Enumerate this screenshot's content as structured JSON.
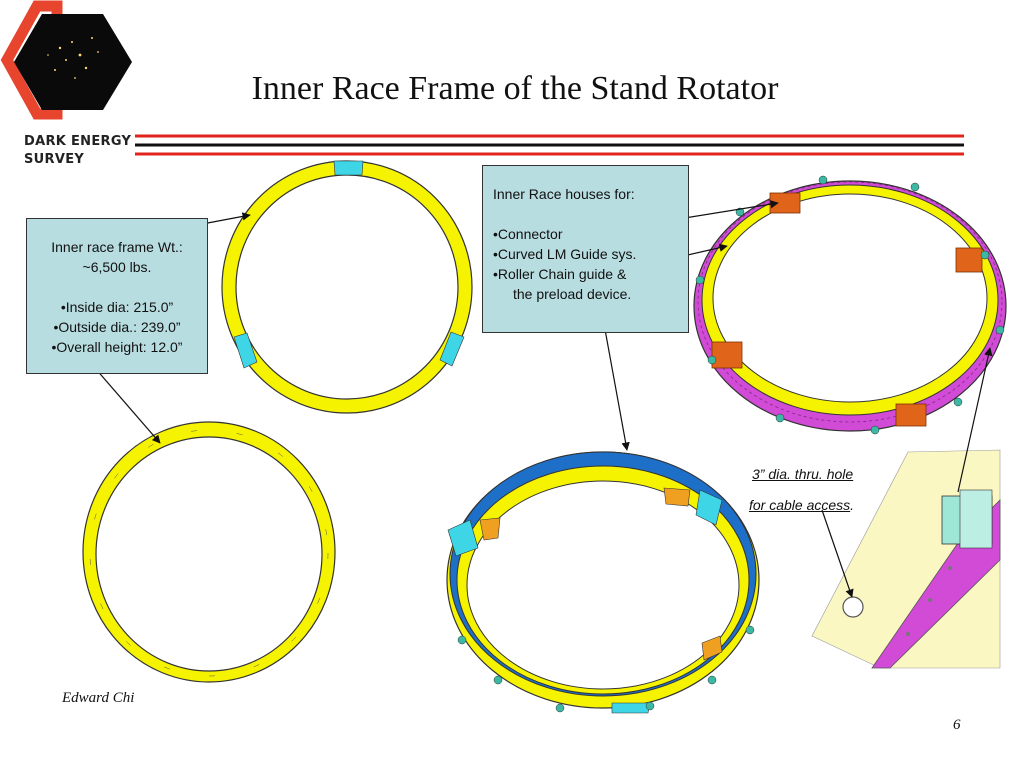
{
  "slide": {
    "title": "Inner Race Frame of the Stand Rotator",
    "brand_line1": "DARK ENERGY",
    "brand_line2": "SURVEY",
    "author": "Edward Chi",
    "page_number": "6",
    "colors": {
      "ring_yellow": "#f6f300",
      "cyan_segment": "#3ed6e6",
      "magenta": "#d14bd6",
      "logo_red": "#e8452f",
      "header_red": "#e0241b",
      "callout_fill": "#b8dde0"
    }
  },
  "callout_left": {
    "line1": "Inner race frame Wt.:",
    "line2": "~6,500 lbs.",
    "spec1": "•Inside dia:    215.0”",
    "spec2": "•Outside dia.: 239.0”",
    "spec3": "•Overall height: 12.0”"
  },
  "callout_right": {
    "heading": "Inner Race houses for:",
    "item1": "•Connector",
    "item2": "•Curved LM Guide sys.",
    "item3": "•Roller Chain guide &",
    "item3_cont": "the preload device."
  },
  "hole_note": {
    "line1": "3” dia. thru. hole",
    "line2_link": "for cable access",
    "line2_end": "."
  }
}
